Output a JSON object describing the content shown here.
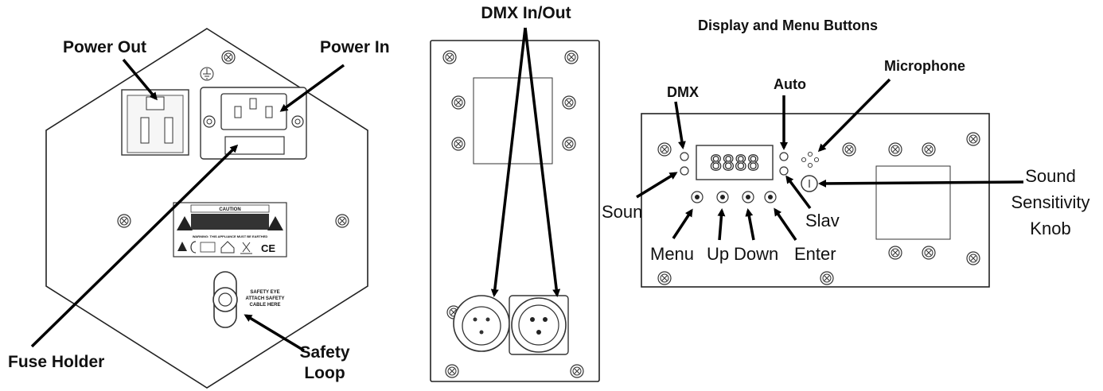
{
  "rear_panel": {
    "labels": {
      "power_out": "Power Out",
      "power_in": "Power In",
      "fuse_holder": "Fuse Holder",
      "safety_loop_1": "Safety",
      "safety_loop_2": "Loop"
    },
    "caution_title": "CAUTION",
    "caution_warning": "WARNING: THIS APPLIANCE MUST BE EARTHED",
    "safety_eye_text": [
      "SAFETY EYE",
      "ATTACH SAFETY",
      "CABLE HERE"
    ],
    "ce_mark": "CE"
  },
  "dmx_panel": {
    "labels": {
      "dmx_in_out": "DMX In/Out"
    }
  },
  "control_panel": {
    "heading": "Display and Menu Buttons",
    "labels": {
      "microphone": "Microphone",
      "dmx": "DMX",
      "auto": "Auto",
      "soun": "Soun",
      "slav": "Slav",
      "sound_1": "Sound",
      "sound_2": "Sensitivity",
      "sound_3": "Knob",
      "menu": "Menu",
      "up": "Up",
      "down": "Down",
      "enter": "Enter"
    },
    "display_value": "8888"
  }
}
